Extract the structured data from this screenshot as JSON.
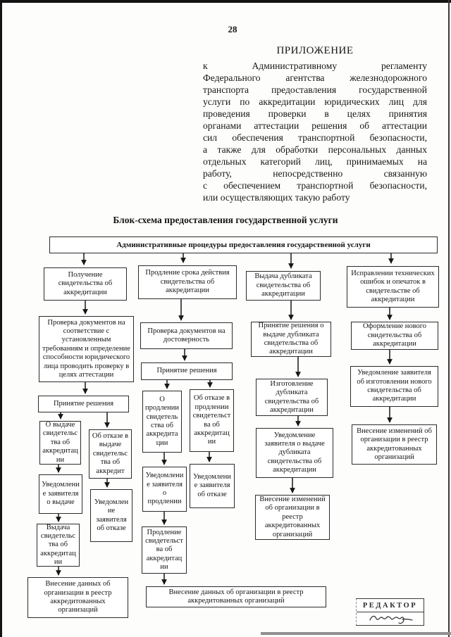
{
  "page": {
    "number": "28",
    "heading": "ПРИЛОЖЕНИЕ",
    "paragraph_lines": [
      "к Административному регламенту",
      "Федерального агентства железнодорожного",
      "транспорта предоставления государственной",
      "услуги по аккредитации юридических лиц для",
      "проведения проверки в целях принятия",
      "органами аттестации решения об аттестации",
      "сил обеспечения транспортной безопасности,",
      "а также для обработки персональных данных",
      "отдельных категорий лиц, принимаемых на",
      "работу, непосредственно связанную",
      "с обеспечением транспортной безопасности,",
      "или осуществляющих такую работу"
    ]
  },
  "flowchart": {
    "title": "Блок-схема предоставления государственной услуги",
    "banner": "Административные процедуры предоставления государственной услуги",
    "boxes": {
      "c1_header": "Получение свидетельства об аккредитации",
      "c1_check": "Проверка документов на соответствие с установленным требованиям и определение способности юридического лица проводить проверку в целях аттестации",
      "c1_decision": "Принятие решения",
      "c1_issue": "О выдаче свидетельства об аккредитации",
      "c1_refuse": "Об отказе в выдаче свидетельства об аккредит",
      "c1_notify_issue": "Уведомление заявителя о выдаче",
      "c1_notify_refuse": "Уведомление заявителя об отказе",
      "c1_give": "Выдача свидетельства об аккредитации",
      "c1_register": "Внесение данных об организации в реестр аккредитованных организаций",
      "c2_header": "Продление срока действия свидетельства об аккредитации",
      "c2_check": "Проверка документов на достоверность",
      "c2_decision": "Принятие решения",
      "c2_prolong": "О продлении свидетельства об аккредитации",
      "c2_refuse": "Об отказе в продлении свидетельства об аккредитации",
      "c2_notify_prolong": "Уведомление заявителя о продлении",
      "c2_notify_refuse": "Уведомление заявителя об отказе",
      "c2_prolong_do": "Продление свидетельства об аккредитации",
      "c2_register": "Внесение данных об организации в реестр аккредитованных организаций",
      "c3_header": "Выдача дубликата свидетельства об аккредитации",
      "c3_decision": "Принятие решения о выдаче дубликата свидетельства об аккредитации",
      "c3_make": "Изготовление дубликата свидетельства об аккредитации",
      "c3_notify": "Уведомление заявителя о выдаче дубликата свидетельства об аккредитации",
      "c3_register": "Внесение изменений об организации в реестр аккредитованных организаций",
      "c4_header": "Исправлении технических ошибок и опечаток в свидетельстве об аккредитации",
      "c4_new": "Оформление нового свидетельства об аккредитации",
      "c4_notify": "Уведомление заявителя об изготовлении нового свидетельства об аккредитации",
      "c4_register": "Внесение изменений об организации в реестр аккредитованных организаций"
    }
  },
  "stamp": {
    "label": "РЕДАКТОР"
  }
}
